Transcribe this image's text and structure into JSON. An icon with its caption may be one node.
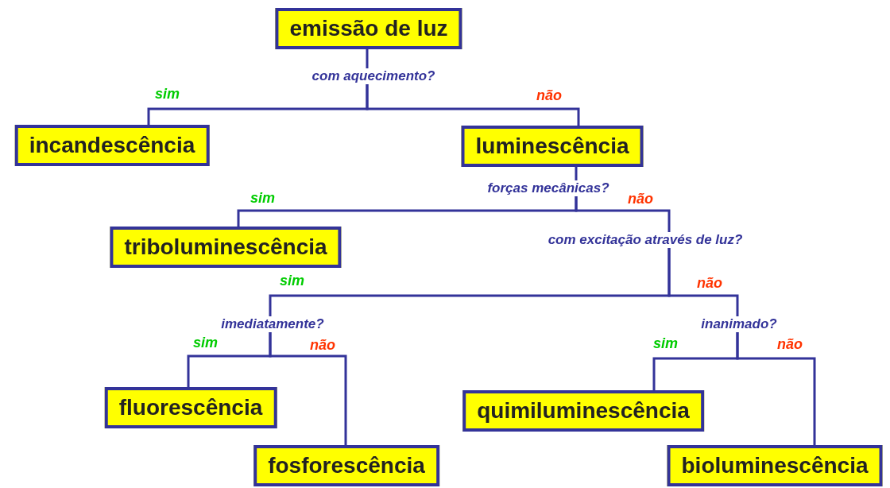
{
  "diagram": {
    "nodes": [
      {
        "text": [
          "emissão de luz"
        ]
      },
      {
        "text": [
          "com aquecimento?"
        ]
      },
      {
        "text": [
          "incandescência"
        ]
      },
      {
        "text": [
          "luminescência"
        ]
      },
      {
        "text": [
          "forças mecânicas?"
        ]
      },
      {
        "text": [
          "triboluminescência"
        ]
      },
      {
        "text": [
          "com excitação através de luz?"
        ]
      },
      {
        "text": [
          "imediatamente?"
        ]
      },
      {
        "text": [
          "inanimado?"
        ]
      },
      {
        "text": [
          "fluorescência"
        ]
      },
      {
        "text": [
          "fosforescência"
        ]
      },
      {
        "text": [
          "quimiluminescência"
        ]
      },
      {
        "text": [
          "bioluminescência"
        ]
      }
    ],
    "edges": [
      {
        "from": 0,
        "to": 1,
        "arrow": "none"
      },
      {
        "from": 1,
        "to": 2,
        "arrow": "none",
        "label": "sim"
      },
      {
        "from": 1,
        "to": 3,
        "arrow": "none",
        "label": "não"
      },
      {
        "from": 3,
        "to": 4,
        "arrow": "none"
      },
      {
        "from": 4,
        "to": 5,
        "arrow": "none",
        "label": "sim"
      },
      {
        "from": 4,
        "to": 6,
        "arrow": "none",
        "label": "não"
      },
      {
        "from": 6,
        "to": 7,
        "arrow": "none",
        "label": "sim"
      },
      {
        "from": 6,
        "to": 8,
        "arrow": "none",
        "label": "não"
      },
      {
        "from": 7,
        "to": 9,
        "arrow": "none",
        "label": "sim"
      },
      {
        "from": 7,
        "to": 10,
        "arrow": "none",
        "label": "não"
      },
      {
        "from": 8,
        "to": 11,
        "arrow": "none",
        "label": "sim"
      },
      {
        "from": 8,
        "to": 12,
        "arrow": "none",
        "label": "não"
      }
    ]
  }
}
